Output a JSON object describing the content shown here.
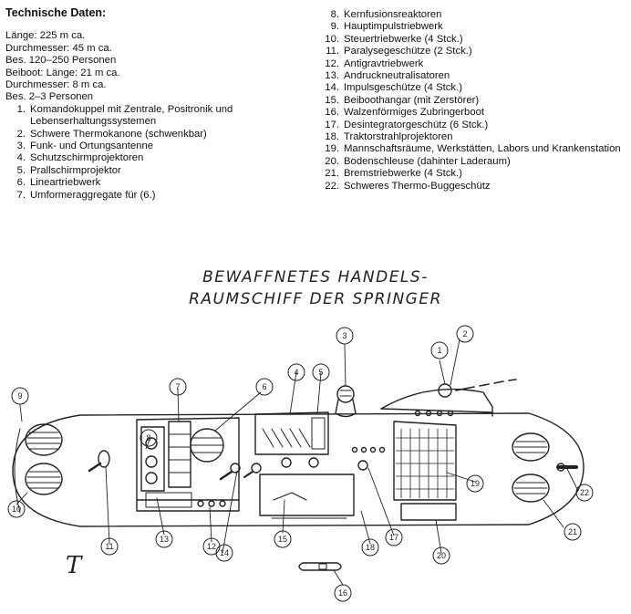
{
  "specs": {
    "heading": "Technische Daten:",
    "lines": [
      "Länge: 225 m ca.",
      "Durchmesser: 45 m ca.",
      "Bes. 120–250 Personen",
      "Beiboot: Länge: 21 m ca.",
      "Durchmesser: 8 m ca.",
      "Bes. 2–3 Personen"
    ]
  },
  "legend_left": [
    {
      "num": "1.",
      "text": "Komandokuppel mit Zentrale, Positronik und Lebenserhaltungssystemen"
    },
    {
      "num": "2.",
      "text": "Schwere Thermokanone (schwenkbar)"
    },
    {
      "num": "3.",
      "text": "Funk- und Ortungsantenne"
    },
    {
      "num": "4.",
      "text": "Schutzschirmprojektoren"
    },
    {
      "num": "5.",
      "text": "Prallschirmprojektor"
    },
    {
      "num": "6.",
      "text": "Lineartriebwerk"
    },
    {
      "num": "7.",
      "text": "Umformeraggregate für (6.)"
    }
  ],
  "legend_right": [
    {
      "num": "8.",
      "text": "Kernfusionsreaktoren"
    },
    {
      "num": "9.",
      "text": "Hauptimpulstriebwerk"
    },
    {
      "num": "10.",
      "text": "Steuertriebwerke (4 Stck.)"
    },
    {
      "num": "11.",
      "text": "Paralysegeschütze (2 Stck.)"
    },
    {
      "num": "12.",
      "text": "Antigravtriebwerk"
    },
    {
      "num": "13.",
      "text": "Andruckneutralisatoren"
    },
    {
      "num": "14.",
      "text": "Impulsgeschütze (4 Stck.)"
    },
    {
      "num": "15.",
      "text": "Beiboothangar (mit Zerstörer)"
    },
    {
      "num": "16.",
      "text": "Walzenförmiges Zubringerboot"
    },
    {
      "num": "17.",
      "text": "Desintegratorgeschütz (6 Stck.)"
    },
    {
      "num": "18.",
      "text": "Traktorstrahlprojektoren"
    },
    {
      "num": "19.",
      "text": "Mannschaftsräume, Werkstätten, Labors und Krankenstation"
    },
    {
      "num": "20.",
      "text": "Bodenschleuse (dahinter Laderaum)"
    },
    {
      "num": "21.",
      "text": "Bremstriebwerke (4 Stck.)"
    },
    {
      "num": "22.",
      "text": "Schweres Thermo-Buggeschütz"
    }
  ],
  "title": {
    "line1": "BEWAFFNETES HANDELS-",
    "line2": "RAUMSCHIFF DER SPRINGER"
  },
  "callouts": [
    "1",
    "2",
    "3",
    "4",
    "5",
    "6",
    "7",
    "8",
    "9",
    "10",
    "11",
    "12",
    "13",
    "14",
    "15",
    "16",
    "17",
    "18",
    "19",
    "20",
    "21",
    "22"
  ],
  "handwritten_mark": "T"
}
